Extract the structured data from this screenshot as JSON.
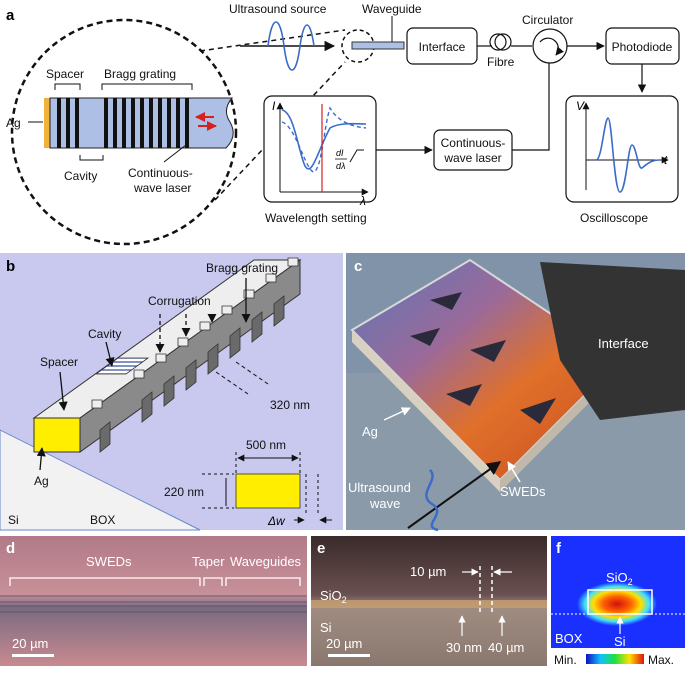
{
  "panel_a": {
    "letter": "a",
    "ultrasound_source": "Ultrasound source",
    "waveguide": "Waveguide",
    "interface": "Interface",
    "fibre": "Fibre",
    "circulator": "Circulator",
    "photodiode": "Photodiode",
    "cw_laser_line1": "Continuous-",
    "cw_laser_line2": "wave laser",
    "wavelength_setting": "Wavelength setting",
    "oscilloscope": "Oscilloscope",
    "axis_I": "I",
    "axis_lambda": "λ",
    "dI": "dI",
    "dlambda": "dλ",
    "axis_V": "V",
    "axis_t": "t",
    "zoom": {
      "ag": "Ag",
      "spacer": "Spacer",
      "bragg_grating": "Bragg grating",
      "cavity": "Cavity",
      "cw_laser_line1": "Continuous-",
      "cw_laser_line2": "wave laser"
    }
  },
  "panel_b": {
    "letter": "b",
    "bragg_grating": "Bragg grating",
    "corrugation": "Corrugation",
    "cavity": "Cavity",
    "spacer": "Spacer",
    "ag": "Ag",
    "period": "320 nm",
    "width": "500 nm",
    "height": "220 nm",
    "dw": "Δw",
    "si": "Si",
    "box": "BOX"
  },
  "panel_c": {
    "letter": "c",
    "interface": "Interface",
    "ag": "Ag",
    "sweds": "SWEDs",
    "ultrasound_line1": "Ultrasound",
    "ultrasound_line2": "wave"
  },
  "panel_d": {
    "letter": "d",
    "sweds": "SWEDs",
    "taper": "Taper",
    "waveguides": "Waveguides",
    "scale": "20 µm"
  },
  "panel_e": {
    "letter": "e",
    "spacing": "10 µm",
    "sio2": "SiO",
    "sio2_sub": "2",
    "si": "Si",
    "gap": "30 nm",
    "length": "40 µm",
    "scale": "20 µm"
  },
  "panel_f": {
    "letter": "f",
    "sio2": "SiO",
    "sio2_sub": "2",
    "box": "BOX",
    "si": "Si",
    "min": "Min.",
    "max": "Max."
  },
  "colors": {
    "waveguide_fill": "#aebfe6",
    "ag": "#f0b23a",
    "silver_yellow": "#ffee00",
    "wave_blue": "#3a6cc8",
    "red_arrow": "#d62020",
    "panel_b_bg": "#c9c8ef"
  }
}
